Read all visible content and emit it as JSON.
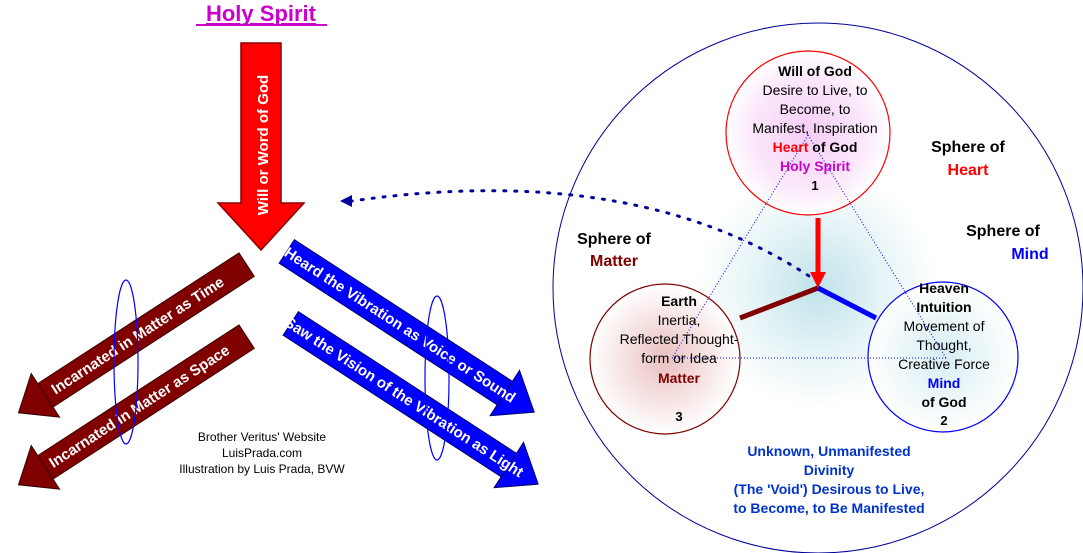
{
  "title": "Holy Spirit",
  "colors": {
    "magenta": "#cc00cc",
    "red": "#ff0000",
    "dark_red": "#800000",
    "blue": "#0000ff",
    "dark_blue": "#000099",
    "black": "#000000",
    "glow": "#bfe3ea"
  },
  "arrows": {
    "down": "Will or Word of God",
    "left_upper": "Incarnated in Matter as Time",
    "left_lower": "Incarnated in Matter as Space",
    "right_upper": "Heard the Vibration as Voice or Sound",
    "right_lower": "Saw the Vision of the Vibration as Light"
  },
  "credits": {
    "line1": "Brother Veritus' Website",
    "line2": "LuisPrada.com",
    "line3": "Illustration by Luis Prada, BVW"
  },
  "sphere_labels": {
    "heart": {
      "prefix": "Sphere of",
      "name": "Heart"
    },
    "mind": {
      "prefix": "Sphere of",
      "name": "Mind"
    },
    "matter": {
      "prefix": "Sphere of",
      "name": "Matter"
    }
  },
  "circle_top": {
    "title": "Will of God",
    "line1": "Desire to Live, to",
    "line2": "Become, to",
    "line3": "Manifest, Inspiration",
    "heart_word": "Heart",
    "of_god": " of God",
    "holy_spirit": "Holy Spirit",
    "number": "1"
  },
  "circle_right": {
    "title": "Heaven",
    "subtitle": "Intuition",
    "line1": "Movement of",
    "line2": "Thought,",
    "line3": "Creative Force",
    "mind_word": "Mind",
    "of_god": "of God",
    "number": "2"
  },
  "circle_left": {
    "title": "Earth",
    "line1": "Inertia,",
    "line2": "Reflected Thought-",
    "line3": "form or Idea",
    "matter_word": "Matter",
    "number": "3"
  },
  "bottom_text": {
    "line1": "Unknown, Unmanifested",
    "line2": "Divinity",
    "line3": "(The 'Void') Desirous to Live,",
    "line4": "to Become, to Be Manifested"
  }
}
